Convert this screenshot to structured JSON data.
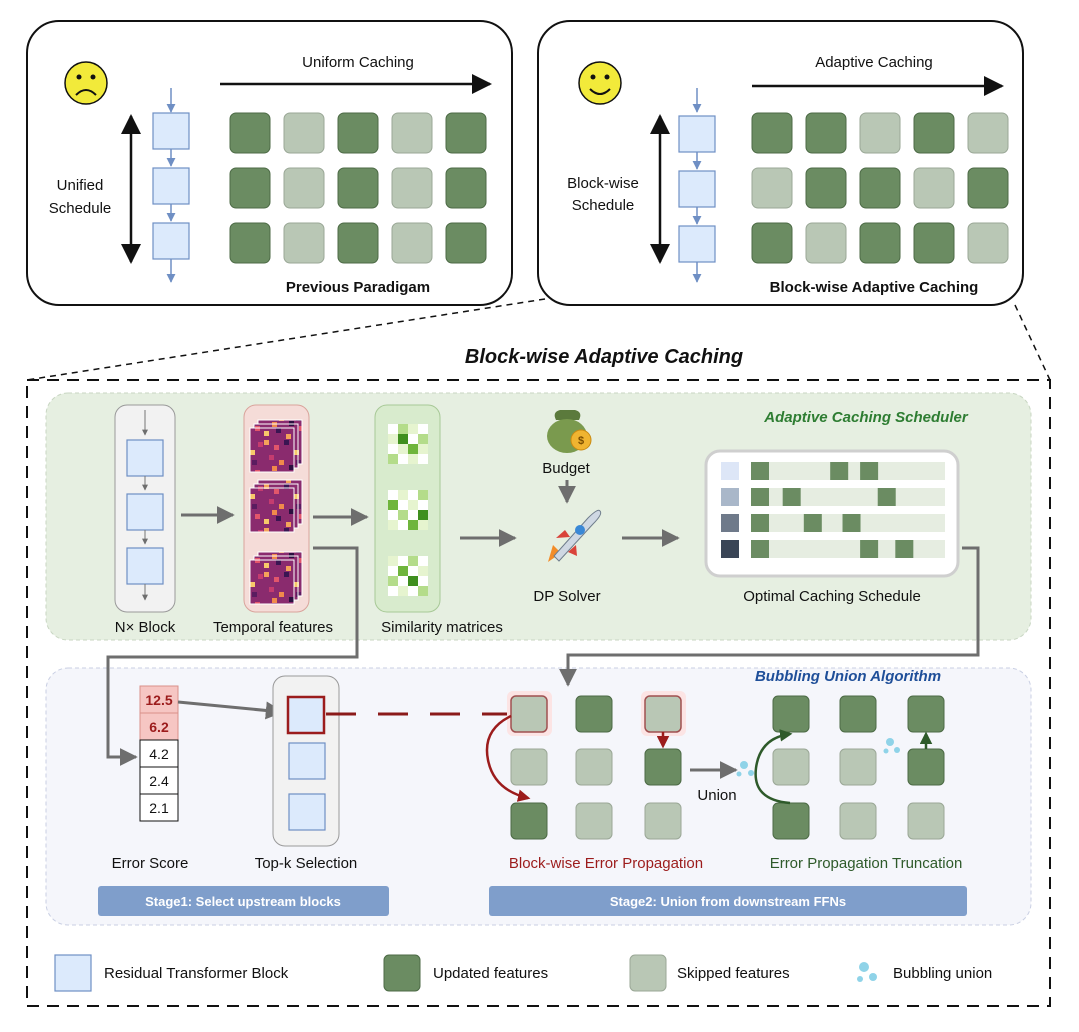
{
  "top_left": {
    "arrow_label": "Uniform Caching",
    "schedule_label_1": "Unified",
    "schedule_label_2": "Schedule",
    "caption": "Previous Paradigam",
    "grid": [
      [
        "u",
        "s",
        "u",
        "s",
        "u"
      ],
      [
        "u",
        "s",
        "u",
        "s",
        "u"
      ],
      [
        "u",
        "s",
        "u",
        "s",
        "u"
      ]
    ]
  },
  "top_right": {
    "arrow_label": "Adaptive Caching",
    "schedule_label_1": "Block-wise",
    "schedule_label_2": "Schedule",
    "caption": "Block-wise Adaptive Caching",
    "grid": [
      [
        "u",
        "u",
        "s",
        "u",
        "s"
      ],
      [
        "s",
        "u",
        "u",
        "s",
        "u"
      ],
      [
        "u",
        "s",
        "u",
        "u",
        "s"
      ]
    ]
  },
  "main_title": "Block-wise Adaptive Caching",
  "scheduler": {
    "title": "Adaptive Caching Scheduler",
    "nblock_label": "N× Block",
    "temporal_label": "Temporal features",
    "similarity_label": "Similarity matrices",
    "budget_label": "Budget",
    "solver_label": "DP Solver",
    "schedule_label": "Optimal Caching Schedule",
    "schedule_rows": [
      {
        "swatch": "#dde6f7",
        "marks": [
          0.0,
          0.45,
          0.62
        ]
      },
      {
        "swatch": "#a9b7c9",
        "marks": [
          0.0,
          0.18,
          0.72
        ]
      },
      {
        "swatch": "#6f7a8a",
        "marks": [
          0.0,
          0.3,
          0.52
        ]
      },
      {
        "swatch": "#3a4556",
        "marks": [
          0.0,
          0.62,
          0.82
        ]
      }
    ]
  },
  "bubbling": {
    "title": "Bubbling Union Algorithm",
    "error_scores": [
      "12.5",
      "6.2",
      "4.2",
      "2.4",
      "2.1"
    ],
    "error_score_label": "Error Score",
    "topk_label": "Top-k Selection",
    "union_label": "Union",
    "propagation_label": "Block-wise Error Propagation",
    "truncation_label": "Error Propagation Truncation",
    "stage1": "Stage1: Select upstream blocks",
    "stage2": "Stage2: Union from downstream FFNs"
  },
  "legend": {
    "residual": "Residual Transformer Block",
    "updated": "Updated features",
    "skipped": "Skipped features",
    "bubbling": "Bubbling union"
  },
  "colors": {
    "updated": "#6b8c62",
    "skipped": "#b9c7b5",
    "block": "#dceafc",
    "highlight": "#a52a2a",
    "scheduler_title": "#2e7d32",
    "bubbling_title": "#1f4f99",
    "truncation": "#2e5a2a",
    "stage_bar": "#7f9ecb"
  }
}
